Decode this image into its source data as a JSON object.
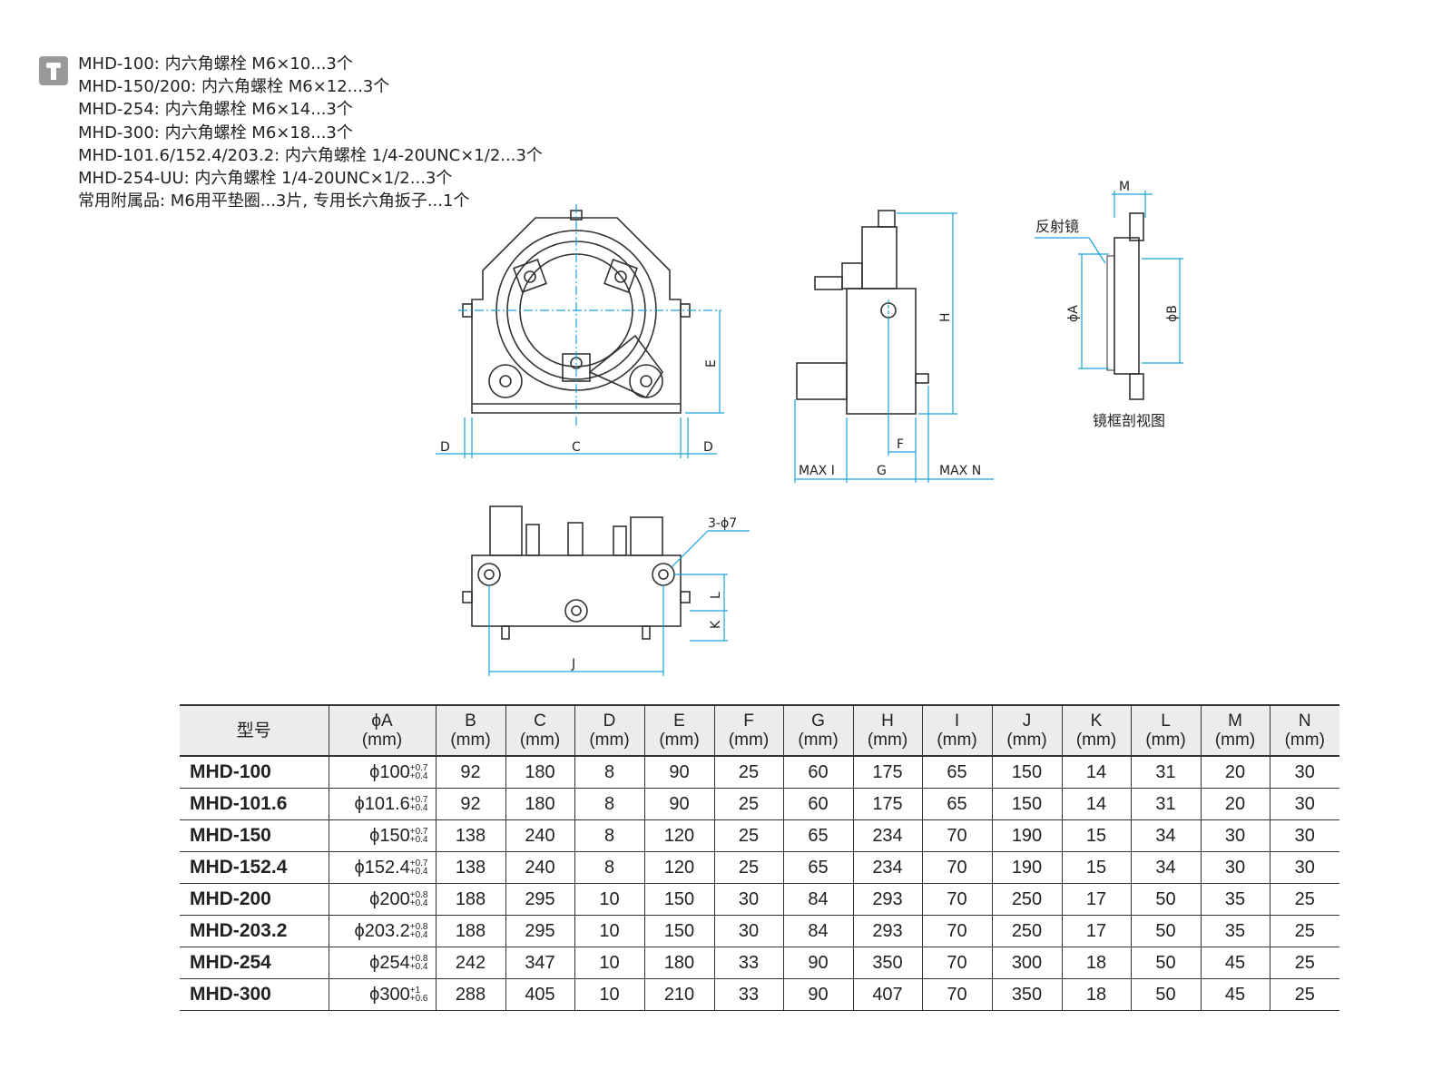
{
  "notes": [
    "MHD-100: 内六角螺栓 M6×10...3个",
    "MHD-150/200: 内六角螺栓 M6×12...3个",
    "MHD-254: 内六角螺栓 M6×14...3个",
    "MHD-300: 内六角螺栓 M6×18...3个",
    "MHD-101.6/152.4/203.2: 内六角螺栓 1/4-20UNC×1/2...3个",
    "MHD-254-UU: 内六角螺栓 1/4-20UNC×1/2...3个",
    "常用附属品: M6用平垫圈...3片, 专用长六角扳子...1个"
  ],
  "drawing_labels": {
    "front": {
      "d_left": "D",
      "c": "C",
      "d_right": "D",
      "e": "E"
    },
    "side": {
      "h": "H",
      "f": "F",
      "max_i": "MAX I",
      "g": "G",
      "max_n": "MAX N"
    },
    "section": {
      "m": "M",
      "mirror": "反射镜",
      "phi_a": "ϕA",
      "phi_b": "ϕB",
      "caption": "镜框剖视图"
    },
    "bottom": {
      "holes": "3-ϕ7",
      "l": "L",
      "k": "K",
      "j": "J"
    }
  },
  "table": {
    "headers": [
      {
        "top": "型号",
        "bottom": ""
      },
      {
        "top": "ϕA",
        "bottom": "(mm)"
      },
      {
        "top": "B",
        "bottom": "(mm)"
      },
      {
        "top": "C",
        "bottom": "(mm)"
      },
      {
        "top": "D",
        "bottom": "(mm)"
      },
      {
        "top": "E",
        "bottom": "(mm)"
      },
      {
        "top": "F",
        "bottom": "(mm)"
      },
      {
        "top": "G",
        "bottom": "(mm)"
      },
      {
        "top": "H",
        "bottom": "(mm)"
      },
      {
        "top": "I",
        "bottom": "(mm)"
      },
      {
        "top": "J",
        "bottom": "(mm)"
      },
      {
        "top": "K",
        "bottom": "(mm)"
      },
      {
        "top": "L",
        "bottom": "(mm)"
      },
      {
        "top": "M",
        "bottom": "(mm)"
      },
      {
        "top": "N",
        "bottom": "(mm)"
      }
    ],
    "rows": [
      {
        "model": "MHD-100",
        "a": "ϕ100",
        "a_up": "+0.7",
        "a_lo": "+0.4",
        "vals": [
          "92",
          "180",
          "8",
          "90",
          "25",
          "60",
          "175",
          "65",
          "150",
          "14",
          "31",
          "20",
          "30"
        ]
      },
      {
        "model": "MHD-101.6",
        "a": "ϕ101.6",
        "a_up": "+0.7",
        "a_lo": "+0.4",
        "vals": [
          "92",
          "180",
          "8",
          "90",
          "25",
          "60",
          "175",
          "65",
          "150",
          "14",
          "31",
          "20",
          "30"
        ]
      },
      {
        "model": "MHD-150",
        "a": "ϕ150",
        "a_up": "+0.7",
        "a_lo": "+0.4",
        "vals": [
          "138",
          "240",
          "8",
          "120",
          "25",
          "65",
          "234",
          "70",
          "190",
          "15",
          "34",
          "30",
          "30"
        ]
      },
      {
        "model": "MHD-152.4",
        "a": "ϕ152.4",
        "a_up": "+0.7",
        "a_lo": "+0.4",
        "vals": [
          "138",
          "240",
          "8",
          "120",
          "25",
          "65",
          "234",
          "70",
          "190",
          "15",
          "34",
          "30",
          "30"
        ]
      },
      {
        "model": "MHD-200",
        "a": "ϕ200",
        "a_up": "+0.8",
        "a_lo": "+0.4",
        "vals": [
          "188",
          "295",
          "10",
          "150",
          "30",
          "84",
          "293",
          "70",
          "250",
          "17",
          "50",
          "35",
          "25"
        ]
      },
      {
        "model": "MHD-203.2",
        "a": "ϕ203.2",
        "a_up": "+0.8",
        "a_lo": "+0.4",
        "vals": [
          "188",
          "295",
          "10",
          "150",
          "30",
          "84",
          "293",
          "70",
          "250",
          "17",
          "50",
          "35",
          "25"
        ]
      },
      {
        "model": "MHD-254",
        "a": "ϕ254",
        "a_up": "+0.8",
        "a_lo": "+0.4",
        "vals": [
          "242",
          "347",
          "10",
          "180",
          "33",
          "90",
          "350",
          "70",
          "300",
          "18",
          "50",
          "45",
          "25"
        ]
      },
      {
        "model": "MHD-300",
        "a": "ϕ300",
        "a_up": "+1",
        "a_lo": "+0.6",
        "vals": [
          "288",
          "405",
          "10",
          "210",
          "33",
          "90",
          "407",
          "70",
          "350",
          "18",
          "50",
          "45",
          "25"
        ]
      }
    ]
  }
}
